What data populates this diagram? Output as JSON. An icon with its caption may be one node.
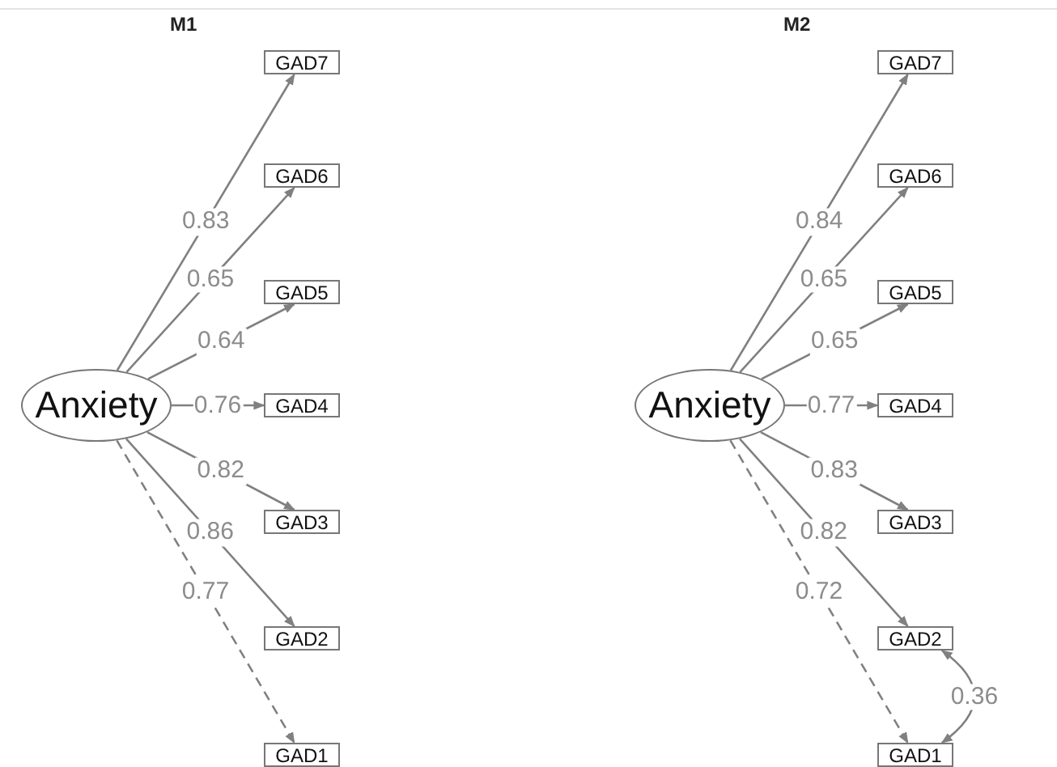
{
  "diagram": {
    "nodes": [
      {
        "text": [
          "Anxiety"
        ]
      },
      {
        "text": [
          "GAD7"
        ]
      },
      {
        "text": [
          "GAD6"
        ]
      },
      {
        "text": [
          "GAD5"
        ]
      },
      {
        "text": [
          "GAD4"
        ]
      },
      {
        "text": [
          "GAD3"
        ]
      },
      {
        "text": [
          "GAD2"
        ]
      },
      {
        "text": [
          "GAD1"
        ]
      },
      {
        "text": [
          "Anxiety"
        ]
      },
      {
        "text": [
          "GAD7"
        ]
      },
      {
        "text": [
          "GAD6"
        ]
      },
      {
        "text": [
          "GAD5"
        ]
      },
      {
        "text": [
          "GAD4"
        ]
      },
      {
        "text": [
          "GAD3"
        ]
      },
      {
        "text": [
          "GAD2"
        ]
      },
      {
        "text": [
          "GAD1"
        ]
      }
    ],
    "edges": [
      {
        "from": 0,
        "to": 1,
        "arrow": "to",
        "label": "0.83"
      },
      {
        "from": 0,
        "to": 2,
        "arrow": "to",
        "label": "0.65"
      },
      {
        "from": 0,
        "to": 3,
        "arrow": "to",
        "label": "0.64"
      },
      {
        "from": 0,
        "to": 4,
        "arrow": "to",
        "label": "0.76"
      },
      {
        "from": 0,
        "to": 5,
        "arrow": "to",
        "label": "0.82"
      },
      {
        "from": 0,
        "to": 6,
        "arrow": "to",
        "label": "0.86"
      },
      {
        "from": 0,
        "to": 7,
        "arrow": "to",
        "label": "0.77",
        "style": "dashed"
      },
      {
        "from": 8,
        "to": 9,
        "arrow": "to",
        "label": "0.84"
      },
      {
        "from": 8,
        "to": 10,
        "arrow": "to",
        "label": "0.65"
      },
      {
        "from": 8,
        "to": 11,
        "arrow": "to",
        "label": "0.65"
      },
      {
        "from": 8,
        "to": 12,
        "arrow": "to",
        "label": "0.77"
      },
      {
        "from": 8,
        "to": 13,
        "arrow": "to",
        "label": "0.83"
      },
      {
        "from": 8,
        "to": 14,
        "arrow": "to",
        "label": "0.82"
      },
      {
        "from": 8,
        "to": 15,
        "arrow": "to",
        "label": "0.72",
        "style": "dashed"
      },
      {
        "from": 14,
        "to": 15,
        "arrow": "both",
        "label": "0.36"
      }
    ],
    "labels": [
      "M1",
      "M2"
    ]
  }
}
